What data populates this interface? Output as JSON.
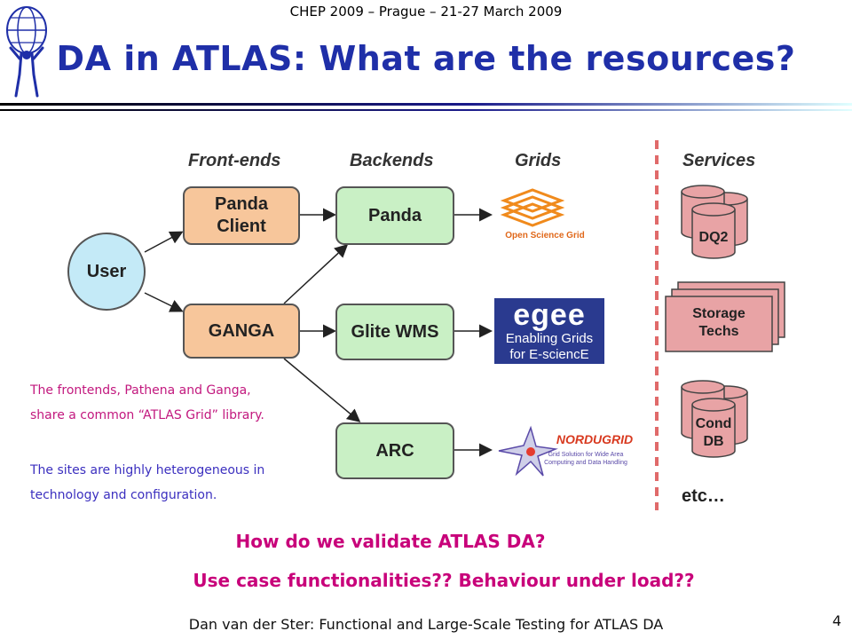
{
  "header": {
    "conference": "CHEP 2009 – Prague – 21-27 March 2009",
    "title": "DA in ATLAS: What are the resources?"
  },
  "diagram": {
    "columns": {
      "frontends": "Front-ends",
      "backends": "Backends",
      "grids": "Grids",
      "services": "Services"
    },
    "user": "User",
    "frontend_boxes": [
      "Panda\nClient",
      "GANGA"
    ],
    "backend_boxes": [
      "Panda",
      "Glite WMS",
      "ARC"
    ],
    "grids": {
      "osg": "Open Science Grid",
      "egee_line1": "Enabling Grids",
      "egee_line2": "for E-sciencE",
      "nordugrid": "NORDUGRID",
      "nordugrid_sub1": "Grid Solution for Wide Area",
      "nordugrid_sub2": "Computing and Data Handling"
    },
    "services": [
      "DQ2",
      "Storage\nTechs",
      "Cond\nDB",
      "etc…"
    ]
  },
  "notes": {
    "line1": "The frontends, Pathena and Ganga,",
    "line2": "share a common “ATLAS Grid” library.",
    "line3": "The sites are highly heterogeneous in",
    "line4": "technology and configuration."
  },
  "questions": {
    "q1": "How do we validate ATLAS DA?",
    "q2": "Use case functionalities?? Behaviour under load??"
  },
  "footer": {
    "text": "Dan van der Ster: Functional and Large-Scale Testing for ATLAS DA",
    "page": "4"
  },
  "colors": {
    "title": "#1f2fa8",
    "question": "#c8007a",
    "frontend_box": "#f7c69b",
    "backend_box": "#c9f0c5",
    "user_circle": "#c4eaf7",
    "service_box": "#e8a3a5",
    "divider": "#e06a6a"
  }
}
